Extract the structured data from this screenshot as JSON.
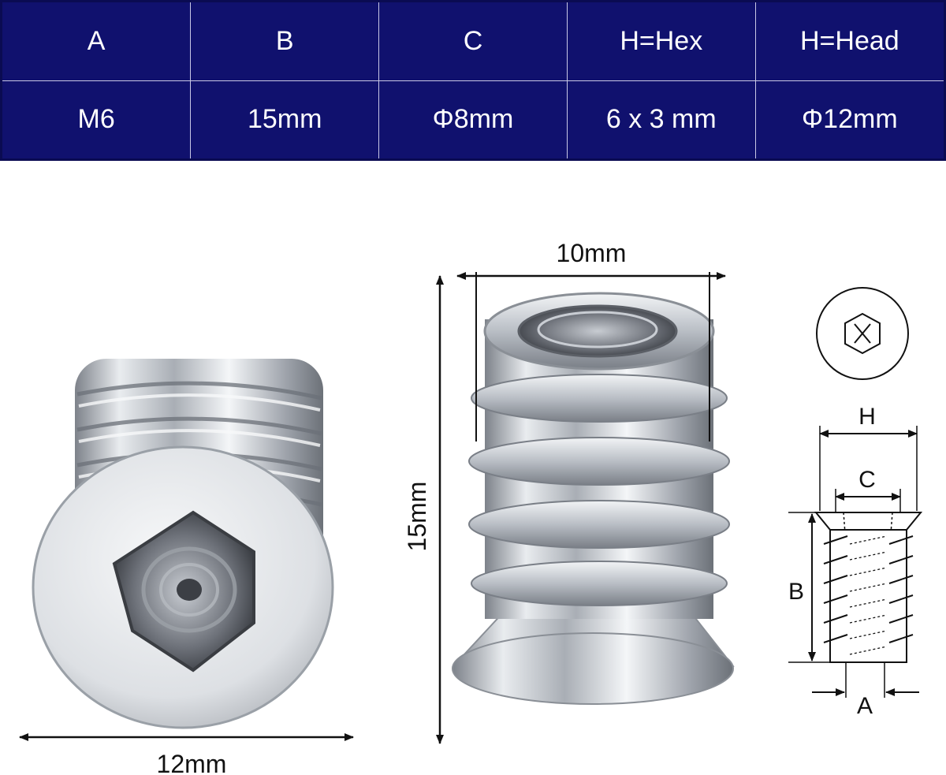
{
  "table": {
    "headers": [
      "A",
      "B",
      "C",
      "H=Hex",
      "H=Head"
    ],
    "values": [
      "M6",
      "15mm",
      "Φ8mm",
      "6 x 3 mm",
      "Φ12mm"
    ]
  },
  "dimensions": {
    "head_diameter": "12mm",
    "thread_width": "10mm",
    "height": "15mm"
  },
  "schematic": {
    "label_h": "H",
    "label_c": "C",
    "label_b": "B",
    "label_a": "A"
  },
  "colors": {
    "table_bg": "#10116e",
    "table_text": "#ffffff",
    "metal": "#c8ccd2",
    "line": "#111111"
  }
}
